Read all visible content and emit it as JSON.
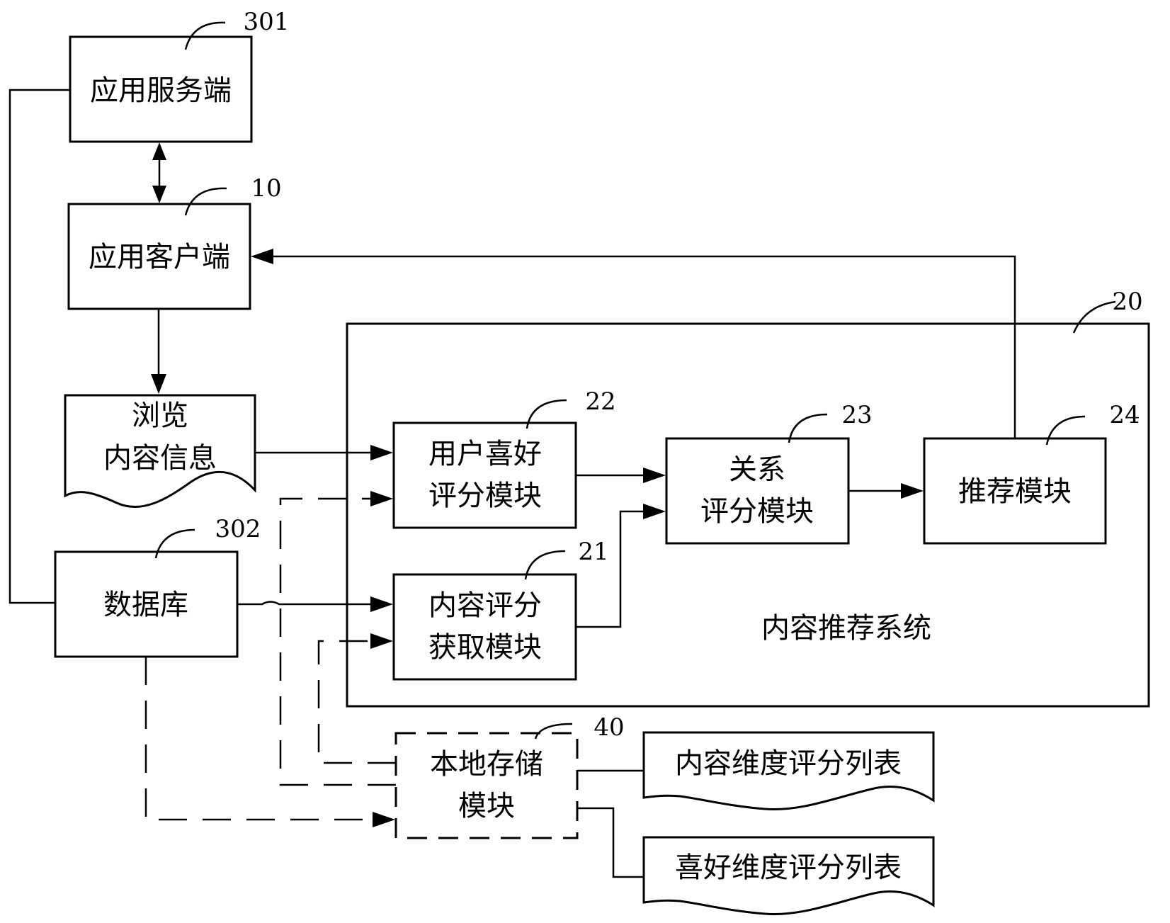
{
  "nodes": {
    "app_server": {
      "label": "应用服务端",
      "ref": "301"
    },
    "app_client": {
      "label": "应用客户端",
      "ref": "10"
    },
    "browse_info": {
      "line1": "浏览",
      "line2": "内容信息"
    },
    "database": {
      "label": "数据库",
      "ref": "302"
    },
    "system": {
      "label": "内容推荐系统",
      "ref": "20"
    },
    "preference_module": {
      "line1": "用户喜好",
      "line2": "评分模块",
      "ref": "22"
    },
    "relation_module": {
      "line1": "关系",
      "line2": "评分模块",
      "ref": "23"
    },
    "recommend_module": {
      "label": "推荐模块",
      "ref": "24"
    },
    "content_module": {
      "line1": "内容评分",
      "line2": "获取模块",
      "ref": "21"
    },
    "local_storage": {
      "line1": "本地存储",
      "line2": "模块",
      "ref": "40"
    },
    "content_list": {
      "label": "内容维度评分列表"
    },
    "preference_list": {
      "label": "喜好维度评分列表"
    }
  }
}
